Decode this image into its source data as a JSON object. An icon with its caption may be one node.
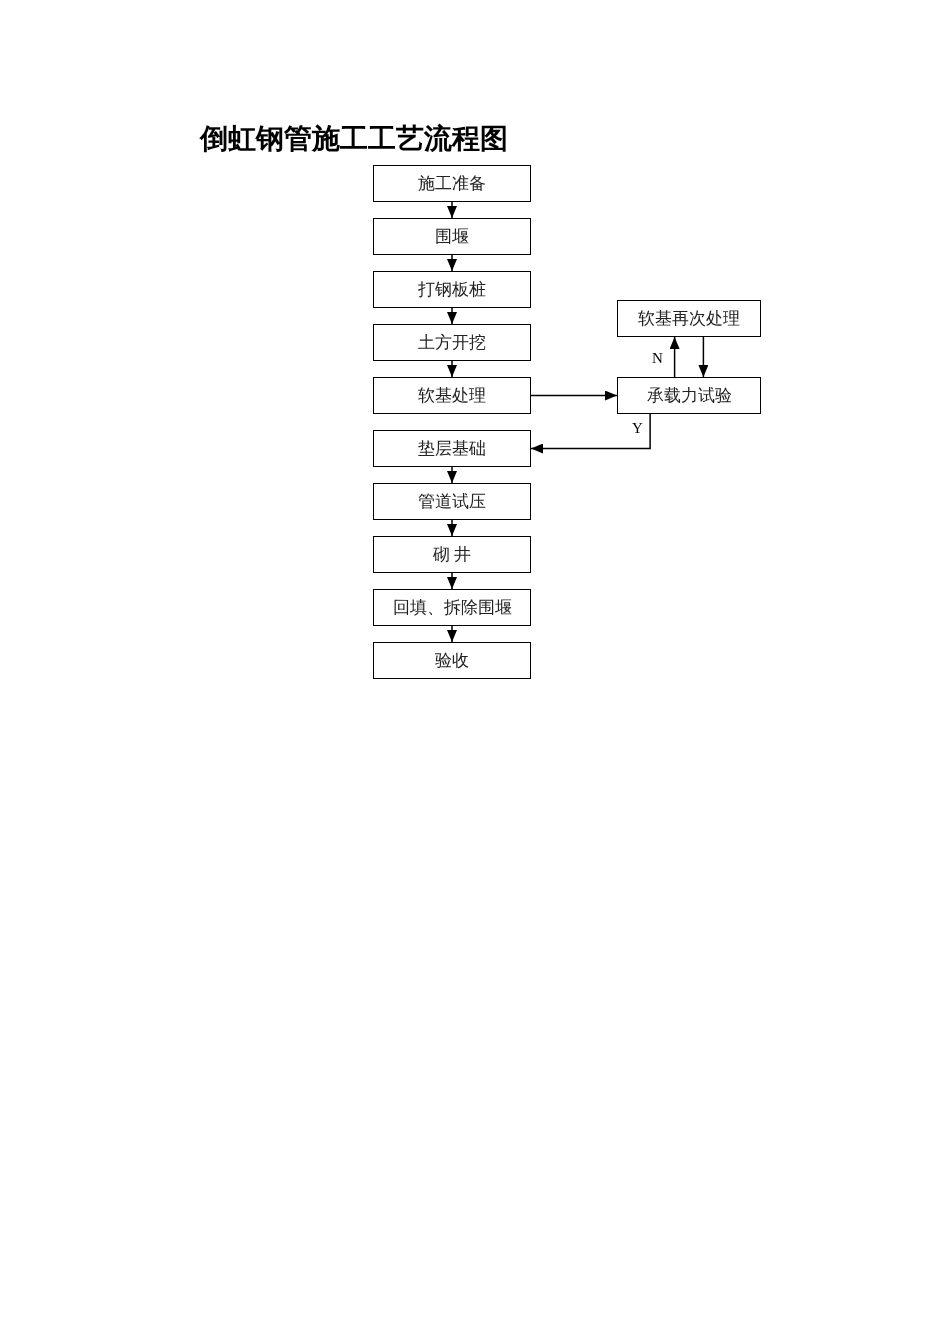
{
  "diagram": {
    "title": "倒虹钢管施工工艺流程图",
    "nodes": [
      {
        "text": [
          "施工准备"
        ]
      },
      {
        "text": [
          "围堰"
        ]
      },
      {
        "text": [
          "打钢板桩"
        ]
      },
      {
        "text": [
          "土方开挖"
        ]
      },
      {
        "text": [
          "软基处理"
        ]
      },
      {
        "text": [
          "软基再次处理"
        ]
      },
      {
        "text": [
          "承载力试验"
        ]
      },
      {
        "text": [
          "垫层基础"
        ]
      },
      {
        "text": [
          "管道试压"
        ]
      },
      {
        "text": [
          "砌 井"
        ]
      },
      {
        "text": [
          "回填、拆除围堰"
        ]
      },
      {
        "text": [
          "验收"
        ]
      }
    ],
    "edges": [
      {
        "from": 0,
        "to": 1,
        "arrow": "to"
      },
      {
        "from": 1,
        "to": 2,
        "arrow": "to"
      },
      {
        "from": 2,
        "to": 3,
        "arrow": "to"
      },
      {
        "from": 3,
        "to": 4,
        "arrow": "to"
      },
      {
        "from": 4,
        "to": 6,
        "arrow": "to"
      },
      {
        "from": 6,
        "to": 5,
        "arrow": "to",
        "label": "N"
      },
      {
        "from": 5,
        "to": 6,
        "arrow": "to"
      },
      {
        "from": 6,
        "to": 7,
        "arrow": "to",
        "label": "Y"
      },
      {
        "from": 7,
        "to": 8,
        "arrow": "to"
      },
      {
        "from": 8,
        "to": 9,
        "arrow": "to"
      },
      {
        "from": 9,
        "to": 10,
        "arrow": "to"
      },
      {
        "from": 10,
        "to": 11,
        "arrow": "to"
      }
    ]
  }
}
